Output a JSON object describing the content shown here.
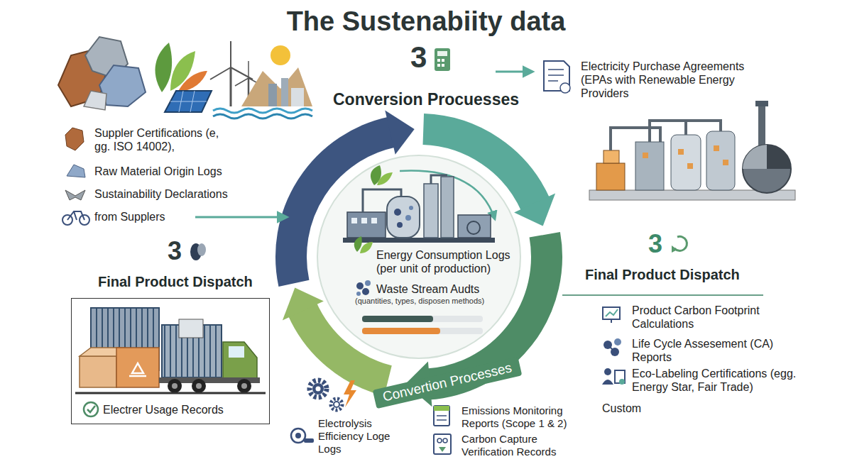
{
  "diagram": {
    "title": "The Sustenabiity data",
    "nodes": [
      {
        "text": [
          "Energy Consumption Logs (per unit of production)",
          "Waste Stream Audts",
          "(quantities, types, disposen methods)"
        ]
      },
      {
        "text": [
          "Electrer Usage Records"
        ]
      }
    ],
    "labels": [
      "3",
      "Conversion Procuesses",
      "Electricity Purchase Agreements (EPAs with Renewable Energy Providers",
      "Suppler Certifications (e, gg. ISO 14002),",
      "Raw Material Origin Logs",
      "Sustainability Declarations",
      "from Supplers",
      "3",
      "Final Product Dispatch",
      "3",
      "Final Product Dispatch",
      "Product Carbon Footprint Calculations",
      "Life Cycle Assesement (CA) Reports",
      "Eco-Labeling Certifications (egg. Energy Star, Fair Trade)",
      "Custom",
      "Convertion Processes",
      "Electrolysis Efficiency Loge Logs",
      "Emissions Monitoring Reports (Scope 1 & 2)",
      "Carbon Capture Verification Records"
    ]
  }
}
